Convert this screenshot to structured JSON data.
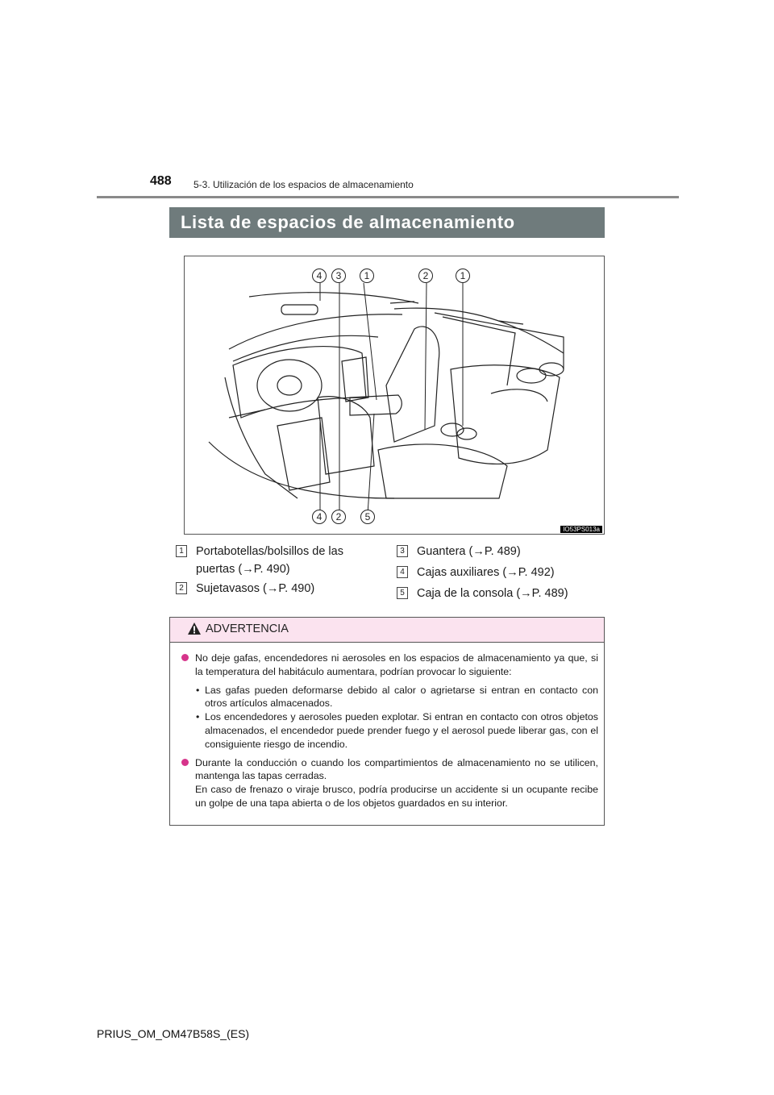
{
  "header": {
    "page_number": "488",
    "section": "5-3. Utilización de los espacios de almacenamiento"
  },
  "title": "Lista de espacios de almacenamiento",
  "figure": {
    "code": "IO53PS013a",
    "callouts_top": [
      "4",
      "3",
      "1",
      "2",
      "1"
    ],
    "callouts_bottom": [
      "4",
      "2",
      "5"
    ]
  },
  "legend": [
    {
      "num": "1",
      "text_line1": "Portabotellas/bolsillos de las",
      "text_line2": "puertas (→P. 490)"
    },
    {
      "num": "2",
      "text": "Sujetavasos (→P. 490)"
    },
    {
      "num": "3",
      "text": "Guantera (→P. 489)"
    },
    {
      "num": "4",
      "text": "Cajas auxiliares (→P. 492)"
    },
    {
      "num": "5",
      "text": "Caja de la consola (→P. 489)"
    }
  ],
  "warning": {
    "label": "ADVERTENCIA",
    "para1": "No deje gafas, encendedores ni aerosoles en los espacios de almacenamiento ya que, si la temperatura del habitáculo aumentara, podrían provocar lo siguiente:",
    "sub1": "Las gafas pueden deformarse debido al calor o agrietarse si entran en contacto con otros artículos almacenados.",
    "sub2": "Los encendedores y aerosoles pueden explotar. Si entran en contacto con otros objetos almacenados, el encendedor puede prender fuego y el aerosol puede liberar gas, con el consiguiente riesgo de incendio.",
    "para2_line1": "Durante la conducción o cuando los compartimientos de almacenamiento no se utilicen, mantenga las tapas cerradas.",
    "para2_line2": "En caso de frenazo o viraje brusco, podría producirse un accidente si un ocupante recibe un golpe de una tapa abierta o de los objetos guardados en su interior.",
    "sub_bullet": "•"
  },
  "footer": "PRIUS_OM_OM47B58S_(ES)",
  "colors": {
    "title_bar": "#6f7b7c",
    "warning_header": "#fbe3ef",
    "bullet": "#d6348b"
  }
}
